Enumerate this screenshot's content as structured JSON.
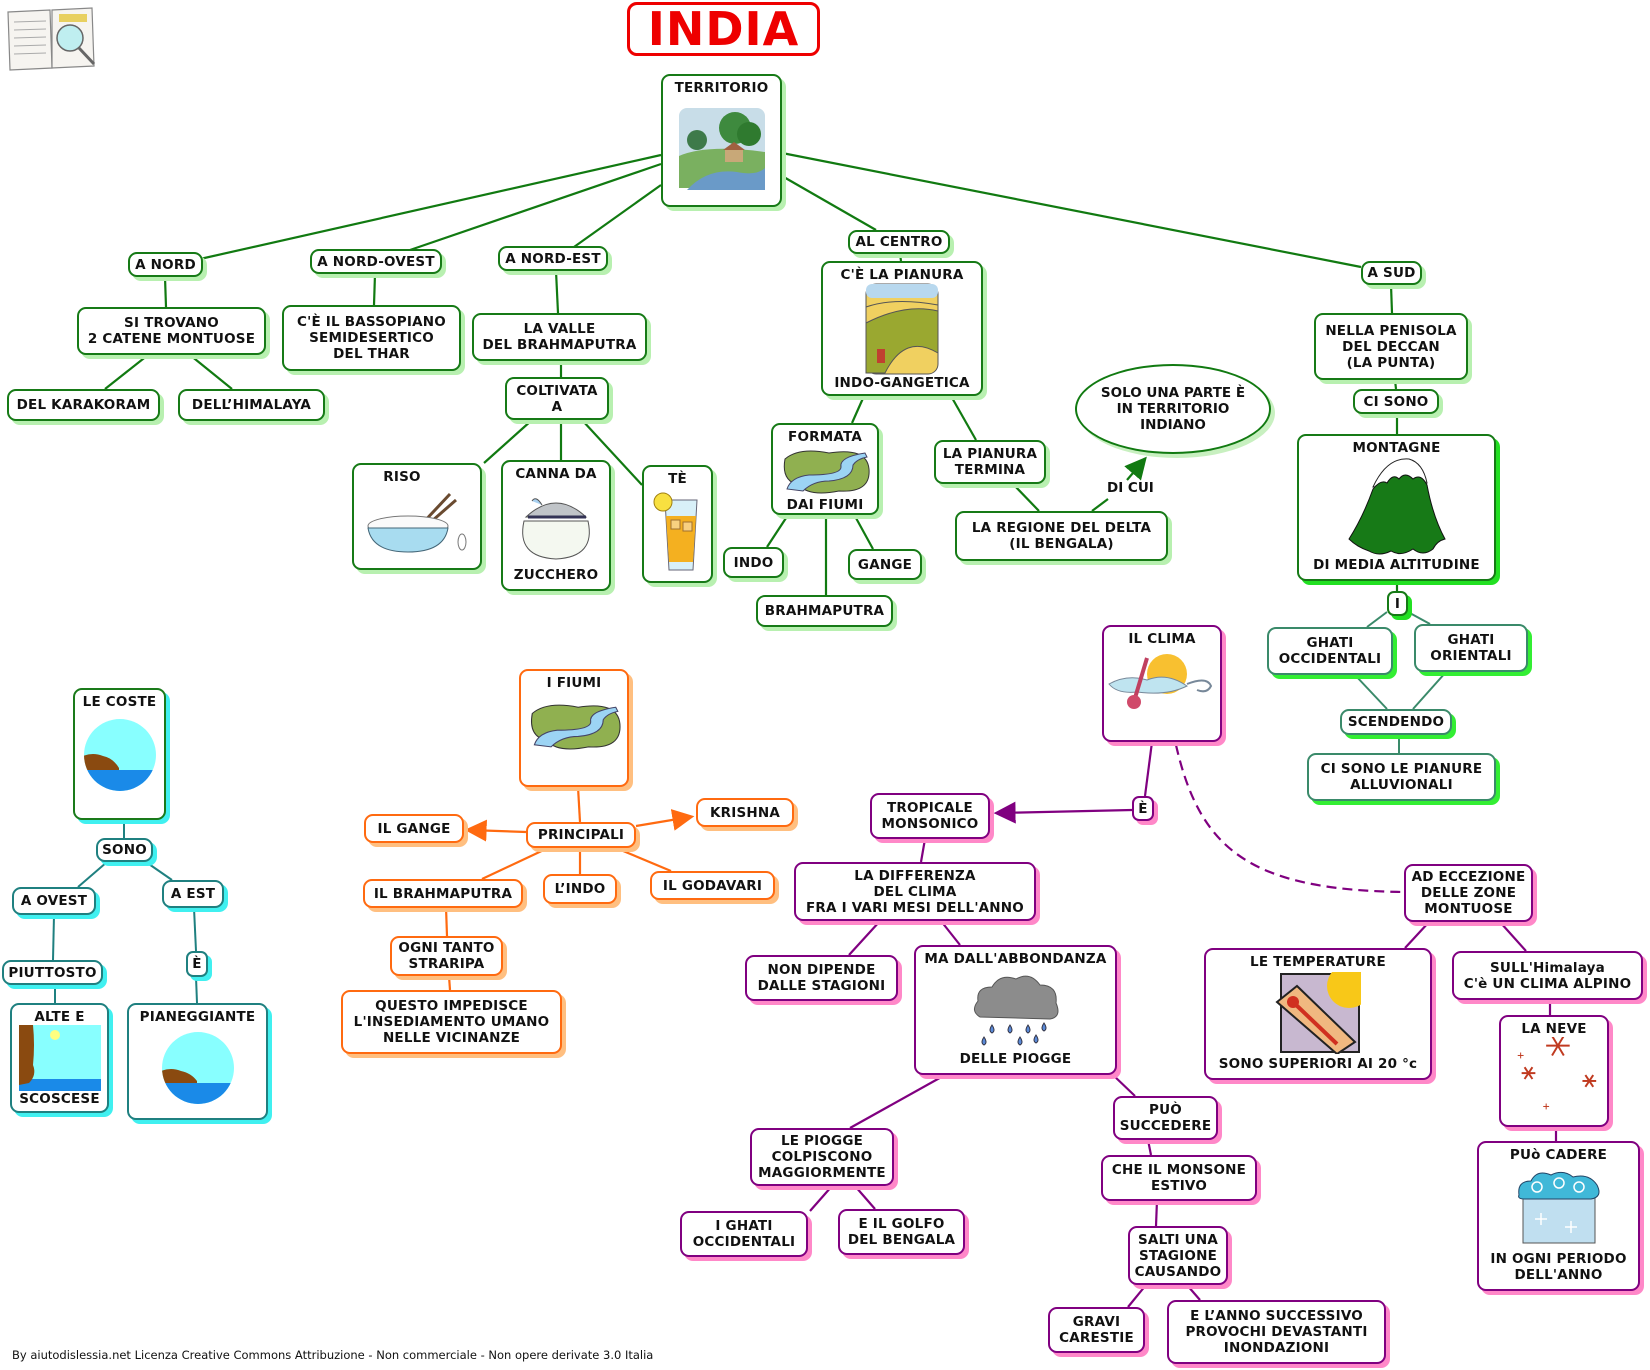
{
  "title": "INDIA",
  "footer": "By aiutodislessia.net Licenza Creative Commons Attribuzione - Non commerciale - Non opere derivate 3.0 Italia",
  "colors": {
    "title": "#ee0000",
    "territorio_branch": "#117a11",
    "coste_branch": "#1f8080",
    "fiumi_branch": "#ff6a10",
    "clima_branch": "#800080"
  },
  "territorio": {
    "label": "TERRITORIO",
    "icon": "landscape-river-house",
    "nord": {
      "label": "A NORD",
      "detail": "SI TROVANO\n2 CATENE MONTUOSE",
      "chains": [
        "DEL KARAKORAM",
        "DELL’HIMALAYA"
      ]
    },
    "nord_ovest": {
      "label": "A NORD-OVEST",
      "detail": "C'È IL BASSOPIANO\nSEMIDESERTICO\nDEL THAR"
    },
    "nord_est": {
      "label": "A NORD-EST",
      "detail": "LA  VALLE\nDEL BRAHMAPUTRA",
      "coltivata": "COLTIVATA\nA",
      "crops": [
        {
          "top": "RISO",
          "bottom": "",
          "icon": "rice-bowl"
        },
        {
          "top": "CANNA DA",
          "bottom": "ZUCCHERO",
          "icon": "sugar-bowl"
        },
        {
          "top": "TÈ",
          "bottom": "",
          "icon": "iced-tea"
        }
      ]
    },
    "centro": {
      "label": "AL CENTRO",
      "pianura_top": "C'È  LA PIANURA",
      "pianura_bottom": "INDO-GANGETICA",
      "formata_top": "FORMATA",
      "formata_bottom": "DAI FIUMI",
      "rivers": [
        "INDO",
        "BRAHMAPUTRA",
        "GANGE"
      ],
      "termina": "LA PIANURA\nTERMINA",
      "delta": "LA REGIONE DEL DELTA\n(IL BENGALA)",
      "di_cui": "DI CUI",
      "solo_parte": "SOLO UNA PARTE È\nIN TERRITORIO\nINDIANO"
    },
    "sud": {
      "label": "A SUD",
      "penisola": "NELLA PENISOLA\nDEL DECCAN\n(LA PUNTA)",
      "ci_sono": "CI SONO",
      "montagne_top": "MONTAGNE",
      "montagne_bottom": "DI MEDIA ALTITUDINE",
      "i": "I",
      "ghati_occ": "GHATI\nOCCIDENTALI",
      "ghati_or": "GHATI\nORIENTALI",
      "scendendo": "SCENDENDO",
      "pianure": "CI SONO LE PIANURE\nALLUVIONALI"
    }
  },
  "coste": {
    "label": "LE COSTE",
    "sono": "SONO",
    "ovest": "A OVEST",
    "est": "A EST",
    "piuttosto": "PIUTTOSTO",
    "e": "È",
    "alte_top": "ALTE E",
    "alte_bottom": "SCOSCESE",
    "pianeggiante": "PIANEGGIANTE"
  },
  "fiumi": {
    "label": "I FIUMI",
    "principali": "PRINCIPALI",
    "gange": "IL GANGE",
    "krishna": "KRISHNA",
    "brahmaputra": "IL BRAHMAPUTRA",
    "indo": "L’INDO",
    "godavari": "IL GODAVARI",
    "straripa": "OGNI TANTO\nSTRARIPA",
    "impedisce": "QUESTO IMPEDISCE\nL'INSEDIAMENTO UMANO\nNELLE VICINANZE"
  },
  "clima": {
    "label": "IL CLIMA",
    "e": "È",
    "tropicale": "TROPICALE\nMONSONICO",
    "differenza": "LA DIFFERENZA\nDEL CLIMA\nFRA I VARI MESI DELL'ANNO",
    "non_dipende": "NON DIPENDE\nDALLE STAGIONI",
    "abbondanza_top": "MA DALL'ABBONDANZA",
    "abbondanza_bottom": "DELLE PIOGGE",
    "colpiscono": "LE PIOGGE\nCOLPISCONO\nMAGGIORMENTE",
    "ghati": "I GHATI\nOCCIDENTALI",
    "golfo": "E IL GOLFO\nDEL BENGALA",
    "puo_succedere": "PUÒ\nSUCCEDERE",
    "monsone": "CHE IL MONSONE\nESTIVO",
    "salti": "SALTI UNA\nSTAGIONE\nCAUSANDO",
    "carestie": "GRAVI\nCARESTIE",
    "inondazioni": "E L’ANNO SUCCESSIVO\nPROVOCHI  DEVASTANTI\nINONDAZIONI",
    "eccezione": "AD ECCEZIONE\nDELLE ZONE\nMONTUOSE",
    "temperature_top": "LE TEMPERATURE",
    "temperature_bottom": "SONO SUPERIORI AI 20 °c",
    "himalaya": "SULL'Himalaya\nC'è UN CLIMA ALPINO",
    "neve": "LA NEVE",
    "cadere_top": "PUò CADERE",
    "cadere_bottom": "IN OGNI PERIODO\nDELL'ANNO"
  }
}
